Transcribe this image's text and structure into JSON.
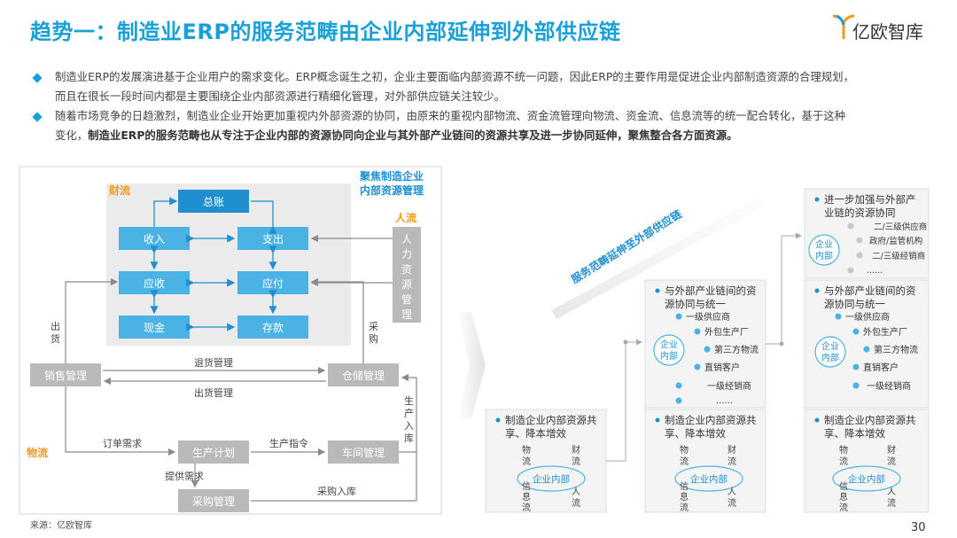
{
  "title": "趋势一：制造业ERP的服务范畴由企业内部延伸到外部供应链",
  "logo": {
    "text": "亿欧智库"
  },
  "bullets": [
    {
      "line1": "制造业ERP的发展演进基于企业用户的需求变化。ERP概念诞生之初，企业主要面临内部资源不统一问题，因此ERP的主要作用是促进企业内部制造资源的合理规划，",
      "line2": "而且在很长一段时间内都是主要围绕企业内部资源进行精细化管理，对外部供应链关注较少。"
    },
    {
      "line1": "随着市场竞争的日趋激烈，制造业企业开始更加重视内外部资源的协同，由原来的重视内部物流、资金流管理向物流、资金流、信息流等的统一配合转化，基于这种",
      "line2_pre": "变化，",
      "line2_bold": "制造业ERP的服务范畴也从专注于企业内部的资源协同向企业与其外部产业链间的资源共享及进一步协同延伸，聚焦整合各方面资源。"
    }
  ],
  "left_diagram": {
    "caption": "聚焦制造企业内部资源管理",
    "finance_label": "财流",
    "people_label": "人流",
    "logistics_label": "物流",
    "hr": "人力资源管理",
    "boxes": {
      "ledger": "总账",
      "income": "收入",
      "expense": "支出",
      "receivable": "应收",
      "payable": "应付",
      "cash": "现金",
      "deposit": "存款",
      "sales": "销售管理",
      "warehouse": "仓储管理",
      "production_plan": "生产计划",
      "workshop": "车间管理",
      "purchase": "采购管理"
    },
    "edge_labels": {
      "shipment_left": "出货",
      "purchase_right": "采购",
      "return": "退货管理",
      "shipping": "出货管理",
      "order": "订单需求",
      "instruction": "生产指令",
      "supply": "提供需求",
      "purchase_in": "采购入库",
      "production_in": "生产入库"
    }
  },
  "arrow_label": "服务范畴延伸至外部供应链",
  "right_panels": {
    "inner": {
      "title": "制造企业内部资源共享、降本增效",
      "flows": [
        "物流",
        "财流",
        "信息流",
        "人流"
      ],
      "center": "企业内部"
    },
    "middle": {
      "title": "与外部产业链间的资源协同与统一",
      "center": "企业内部",
      "items": [
        "一级供应商",
        "外包生产厂",
        "第三方物流",
        "直销客户",
        "一级经销商",
        "......"
      ]
    },
    "outer": {
      "title": "进一步加强与外部产业链的资源协同",
      "center": "企业内部",
      "items": [
        "二/三级供应商",
        "政府/监管机构",
        "二/三级经销商",
        "......"
      ]
    }
  },
  "source": "来源：亿欧智库",
  "page_number": "30",
  "colors": {
    "accent": "#1aa0d8",
    "box_blue": "#4bb3e4",
    "box_dark": "#1f8fcf",
    "grey_box": "#b9b9b9",
    "orange": "#f39a1e"
  }
}
